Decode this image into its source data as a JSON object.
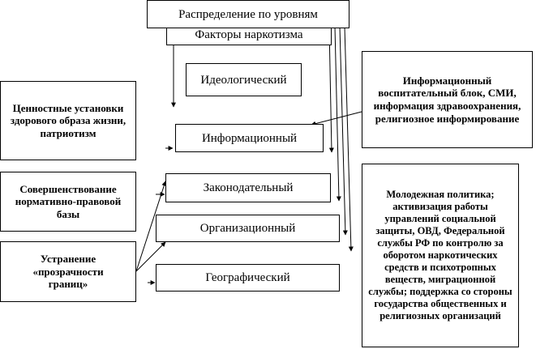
{
  "diagram": {
    "title": "Распределение по уровням",
    "subtitle": "Факторы наркотизма",
    "levels": {
      "ideological": "Идеологический",
      "informational": "Информационный",
      "legislative": "Законодательный",
      "organizational": "Организационный",
      "geographic": "Географический"
    },
    "left": {
      "values": "Ценностные установки здорового образа жизни, патриотизм",
      "normative": "Совершенствование нормативно-правовой базы",
      "borders": "Устранение «прозрачности границ»"
    },
    "right": {
      "info_block": "Информационный воспитательный блок, СМИ, информация здравоохранения, религиозное информирование",
      "org_block": "Молодежная политика; активизация работы управлений социальной защиты, ОВД, Федеральной службы РФ по контролю за оборотом наркотических средств и психотропных веществ, миграционной службы; поддержка со стороны государства общественных и религиозных организаций"
    }
  }
}
